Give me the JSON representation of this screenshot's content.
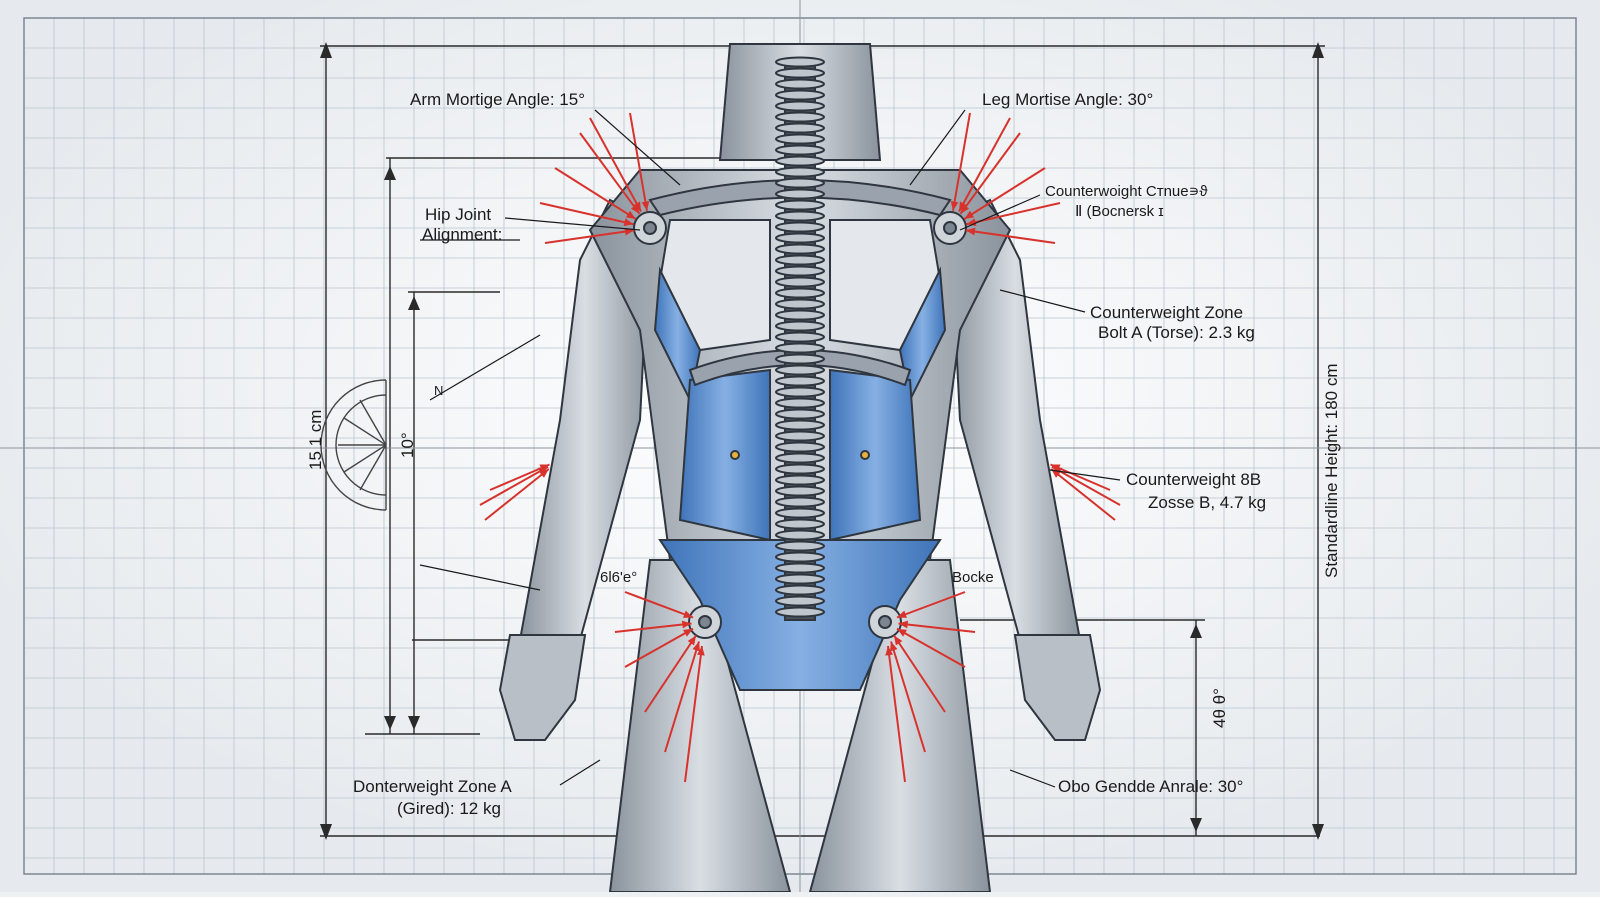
{
  "labels": {
    "arm_mortise": "Arm Mortige Angle: 15°",
    "leg_mortise": "Leg Mortise Angle: 30°",
    "hip_joint_line1": "Hip Joint",
    "hip_joint_line2": "Alignment:",
    "cw_top_line1": "Counterwoight Cтnue∍ϑ",
    "cw_top_line2": "Ⅱ (Bocnersk ɪ",
    "cw_zone_line1": "Counterweight Zone",
    "cw_zone_line2": "Bolt A (Torse): 2.3 kg",
    "cw_b_line1": "Counterweight 8B",
    "cw_b_line2": "Zosse B, 4.7 kg",
    "left_angle": "6l6'e°",
    "right_small": "Bocke",
    "cw_a_line1": "Donterweight Zone A",
    "cw_a_line2": "(Gired): 12 kg",
    "bottom_right": "Obo Gendde Anrale: 30°",
    "height_label": "Standardline Height: 180 cm",
    "left_dim": "15 1 cm",
    "protractor_value": "10°",
    "small_mark": "N",
    "lower_right_dim": "4θ θ°"
  },
  "colors": {
    "grid_line": "#b9c4cf",
    "dimension_line": "#2a2a2a",
    "body_gray": "#a9b1ba",
    "body_light": "#d5dadf",
    "panel_blue": "#5b8fd0",
    "arrow_red": "#d8322c"
  }
}
